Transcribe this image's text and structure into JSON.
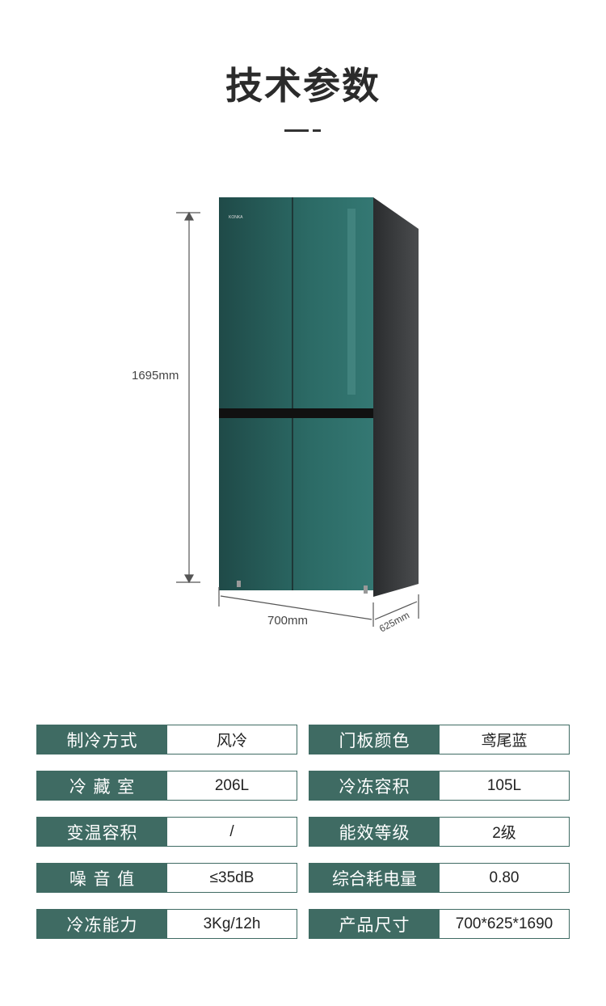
{
  "title": "技术参数",
  "dimensions": {
    "height": "1695mm",
    "width": "700mm",
    "depth": "625mm"
  },
  "brand": "KONKA",
  "specs": [
    {
      "label": "制冷方式",
      "value": "风冷"
    },
    {
      "label": "门板颜色",
      "value": "鸢尾蓝"
    },
    {
      "label": "冷 藏 室",
      "value": "206L"
    },
    {
      "label": "冷冻容积",
      "value": "105L"
    },
    {
      "label": "变温容积",
      "value": "/"
    },
    {
      "label": "能效等级",
      "value": "2级"
    },
    {
      "label": "噪 音 值",
      "value": "≤35dB"
    },
    {
      "label": "综合耗电量",
      "value": "0.80"
    },
    {
      "label": "冷冻能力",
      "value": "3Kg/12h"
    },
    {
      "label": "产品尺寸",
      "value": "700*625*1690"
    }
  ],
  "colors": {
    "accent": "#3f6b63",
    "fridge": "#2a6460"
  }
}
